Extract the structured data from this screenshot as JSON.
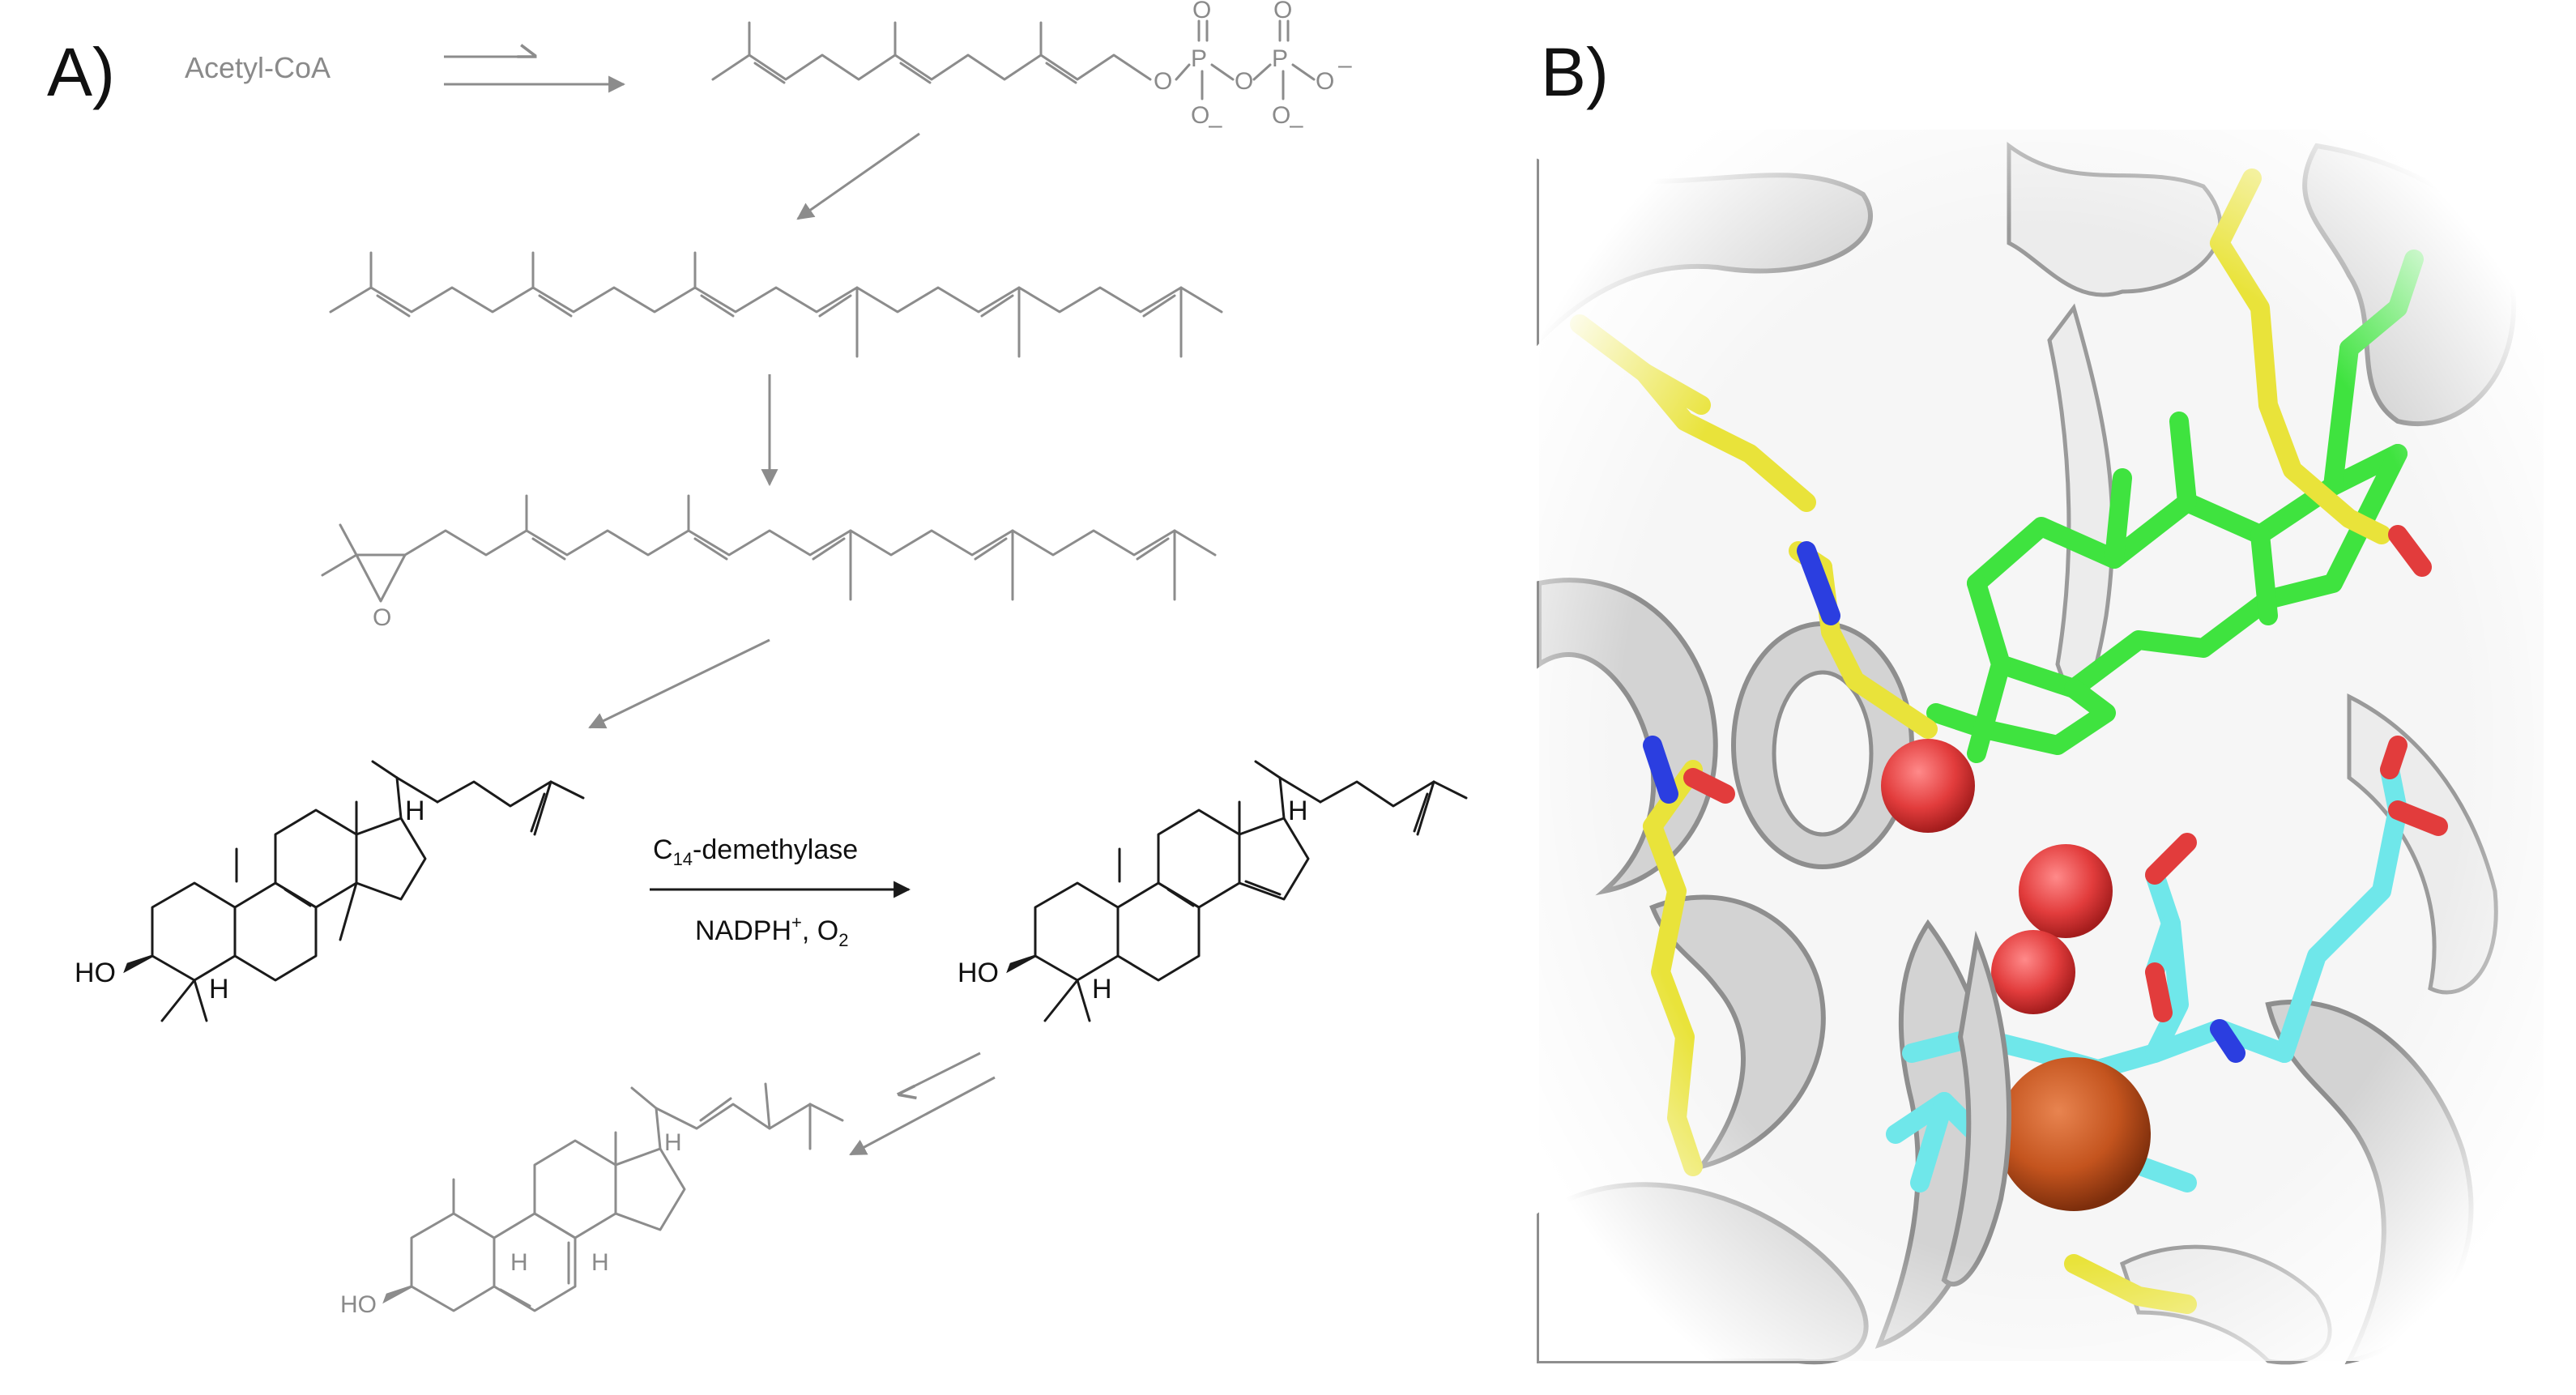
{
  "panels": {
    "a_label": "A)",
    "b_label": "B)"
  },
  "pathway": {
    "start": "Acetyl-CoA",
    "enzyme": "C",
    "enzyme_sub": "14",
    "enzyme_rest": "-demethylase",
    "cofactor_main": "NADPH",
    "cofactor_sup": "+",
    "cofactor_rest": ", O",
    "cofactor_sub": "2"
  },
  "atoms": {
    "o": "O",
    "p": "P",
    "minus": "–",
    "ho": "HO",
    "h": "H"
  },
  "colors": {
    "ribbon": "#d3d3d3",
    "ligand": "#3fe33f",
    "residue": "#e9e33a",
    "heme": "#6fe7ea",
    "oxygen": "#e23c3c",
    "nitrogen": "#2b3ee0",
    "iron": "#c4541e"
  }
}
